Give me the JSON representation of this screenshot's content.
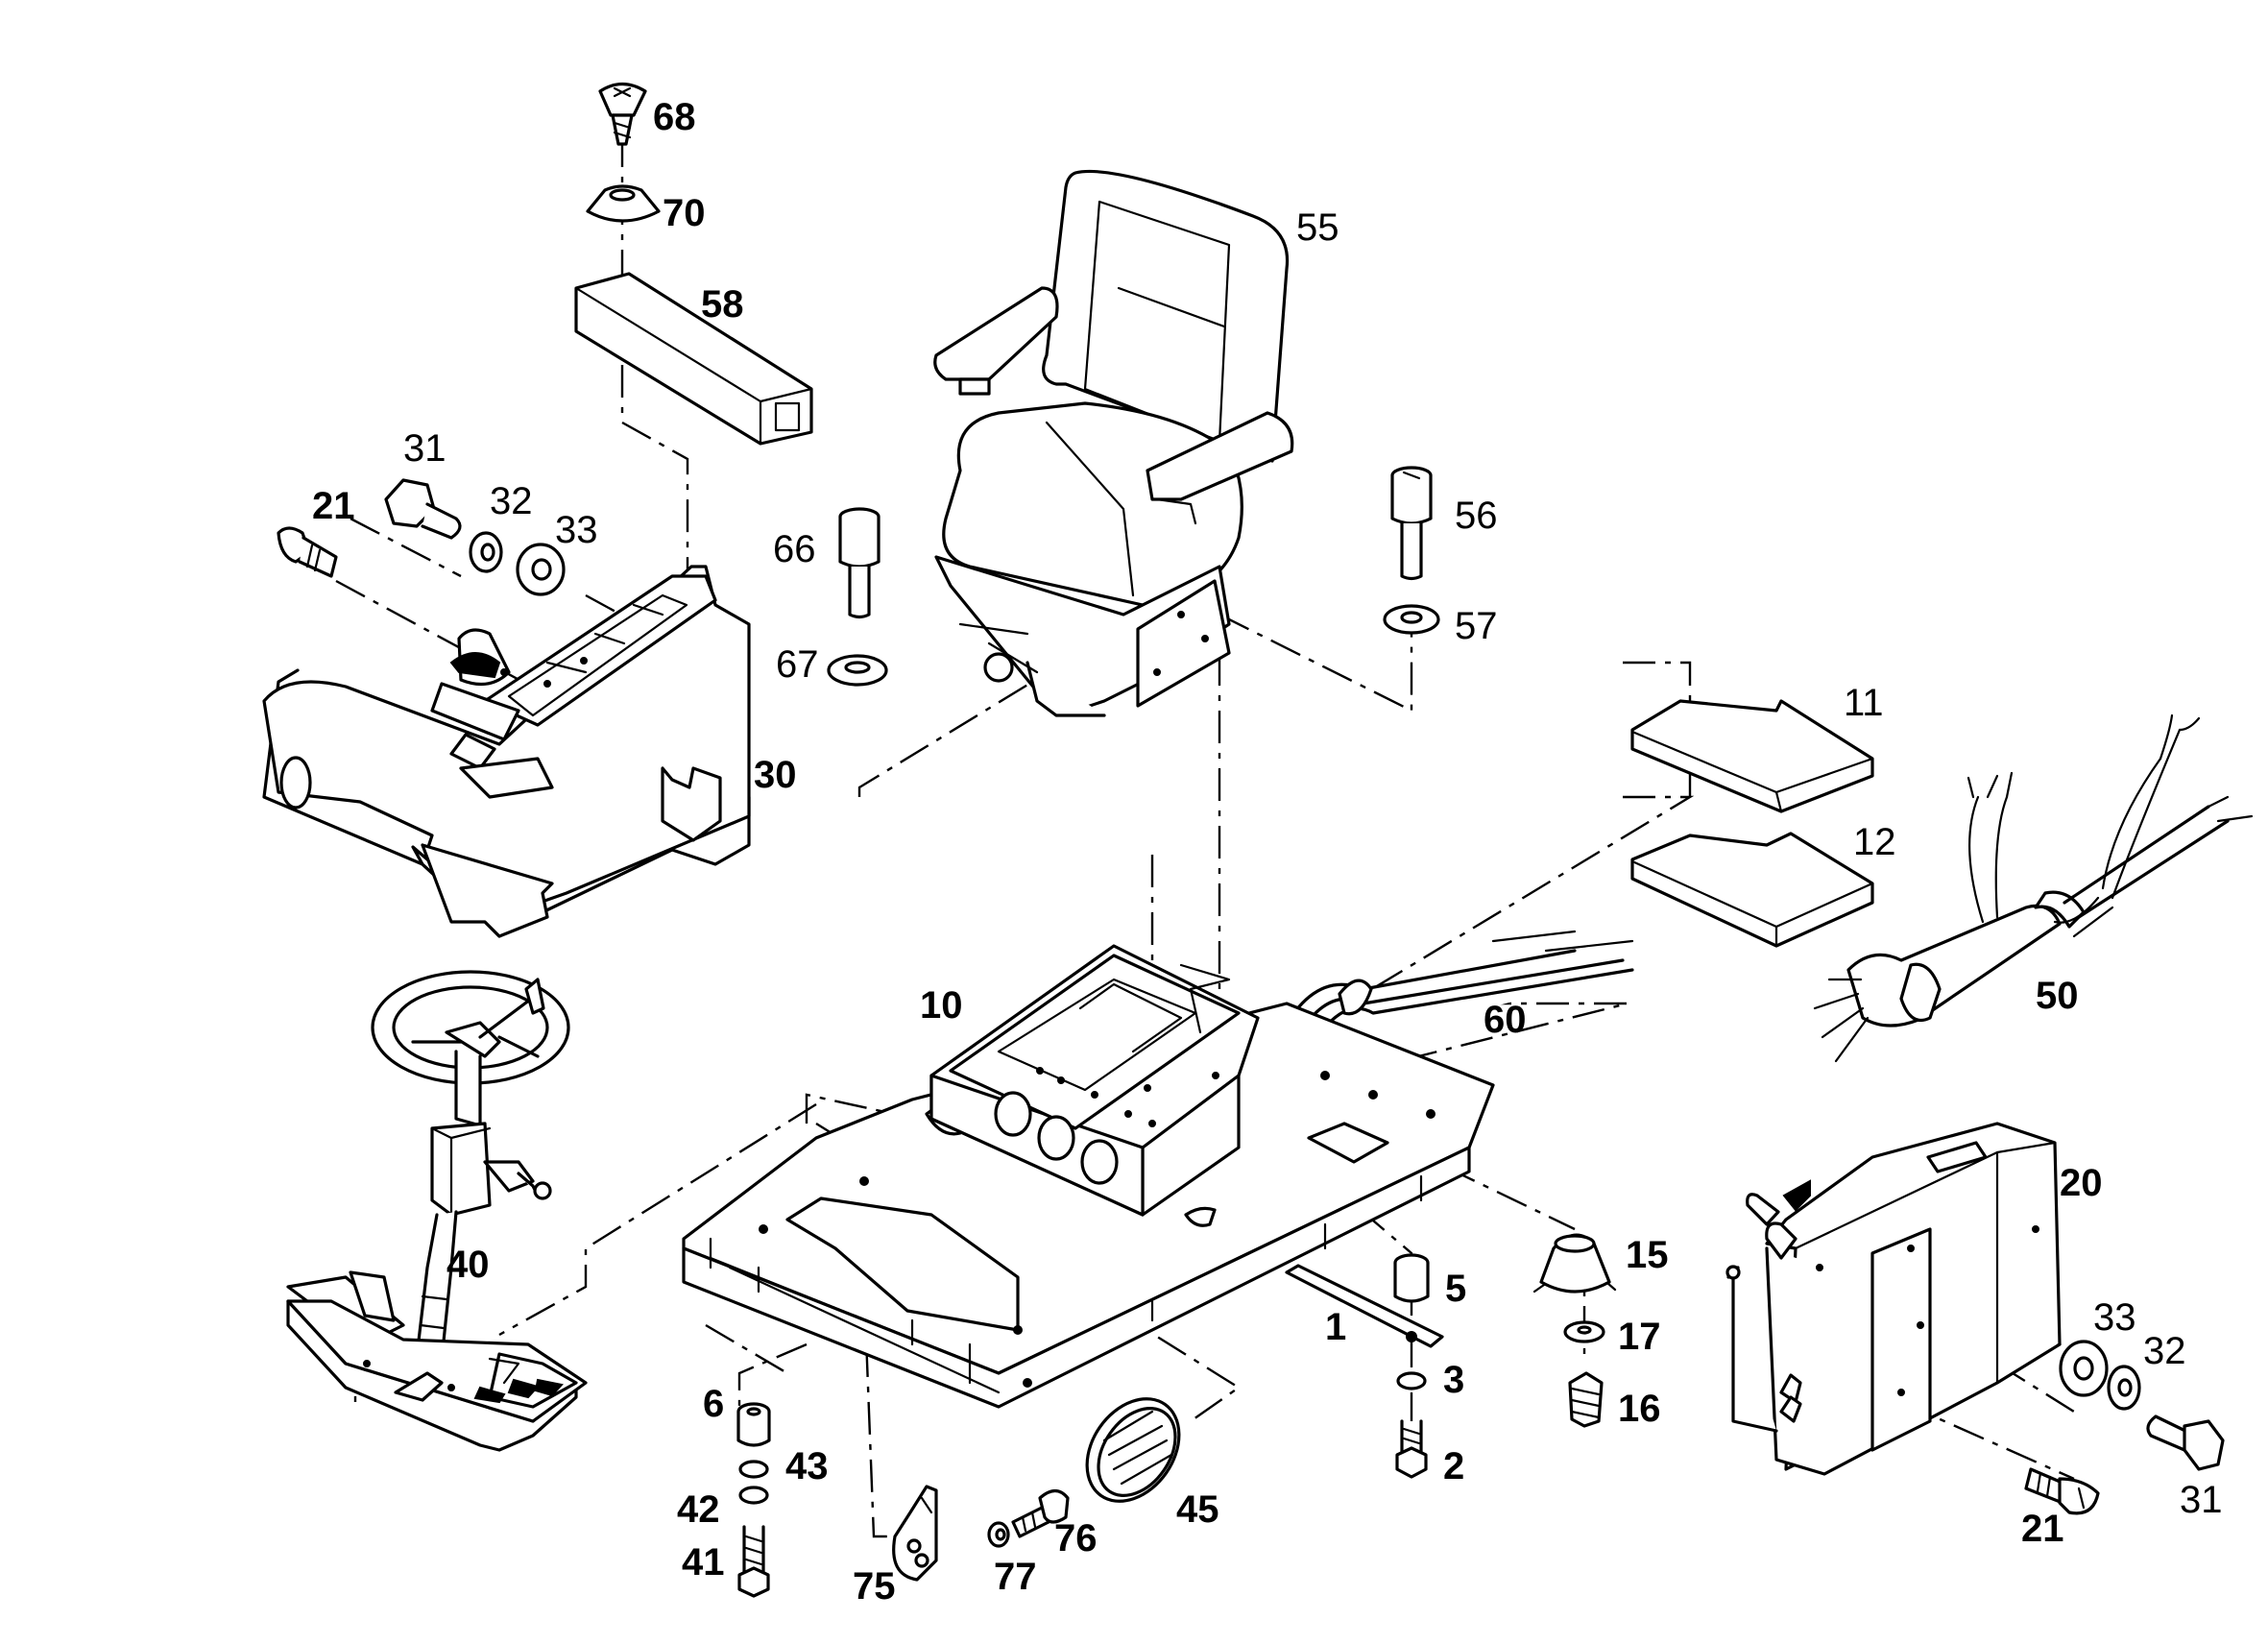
{
  "diagram": {
    "callouts": [
      {
        "id": "c68",
        "label": "68",
        "bold": true
      },
      {
        "id": "c70",
        "label": "70",
        "bold": true
      },
      {
        "id": "c58",
        "label": "58",
        "bold": true
      },
      {
        "id": "c55",
        "label": "55",
        "bold": false
      },
      {
        "id": "c31a",
        "label": "31",
        "bold": false
      },
      {
        "id": "c21a",
        "label": "21",
        "bold": true
      },
      {
        "id": "c32a",
        "label": "32",
        "bold": false
      },
      {
        "id": "c33a",
        "label": "33",
        "bold": false
      },
      {
        "id": "c66",
        "label": "66",
        "bold": false
      },
      {
        "id": "c56",
        "label": "56",
        "bold": false
      },
      {
        "id": "c57",
        "label": "57",
        "bold": false
      },
      {
        "id": "c67",
        "label": "67",
        "bold": false
      },
      {
        "id": "c30",
        "label": "30",
        "bold": true
      },
      {
        "id": "c11",
        "label": "11",
        "bold": false
      },
      {
        "id": "c12",
        "label": "12",
        "bold": false
      },
      {
        "id": "c10",
        "label": "10",
        "bold": true
      },
      {
        "id": "c60",
        "label": "60",
        "bold": true
      },
      {
        "id": "c50",
        "label": "50",
        "bold": true
      },
      {
        "id": "c40",
        "label": "40",
        "bold": true
      },
      {
        "id": "c20",
        "label": "20",
        "bold": true
      },
      {
        "id": "c15",
        "label": "15",
        "bold": true
      },
      {
        "id": "c5",
        "label": "5",
        "bold": true
      },
      {
        "id": "c1",
        "label": "1",
        "bold": true
      },
      {
        "id": "c17",
        "label": "17",
        "bold": true
      },
      {
        "id": "c3",
        "label": "3",
        "bold": true
      },
      {
        "id": "c16",
        "label": "16",
        "bold": true
      },
      {
        "id": "c2",
        "label": "2",
        "bold": true
      },
      {
        "id": "c6",
        "label": "6",
        "bold": true
      },
      {
        "id": "c43",
        "label": "43",
        "bold": true
      },
      {
        "id": "c42",
        "label": "42",
        "bold": true
      },
      {
        "id": "c41",
        "label": "41",
        "bold": true
      },
      {
        "id": "c45",
        "label": "45",
        "bold": true
      },
      {
        "id": "c76",
        "label": "76",
        "bold": true
      },
      {
        "id": "c77",
        "label": "77",
        "bold": true
      },
      {
        "id": "c75",
        "label": "75",
        "bold": true
      },
      {
        "id": "c33b",
        "label": "33",
        "bold": false
      },
      {
        "id": "c32b",
        "label": "32",
        "bold": false
      },
      {
        "id": "c31b",
        "label": "31",
        "bold": false
      },
      {
        "id": "c21b",
        "label": "21",
        "bold": true
      }
    ]
  }
}
